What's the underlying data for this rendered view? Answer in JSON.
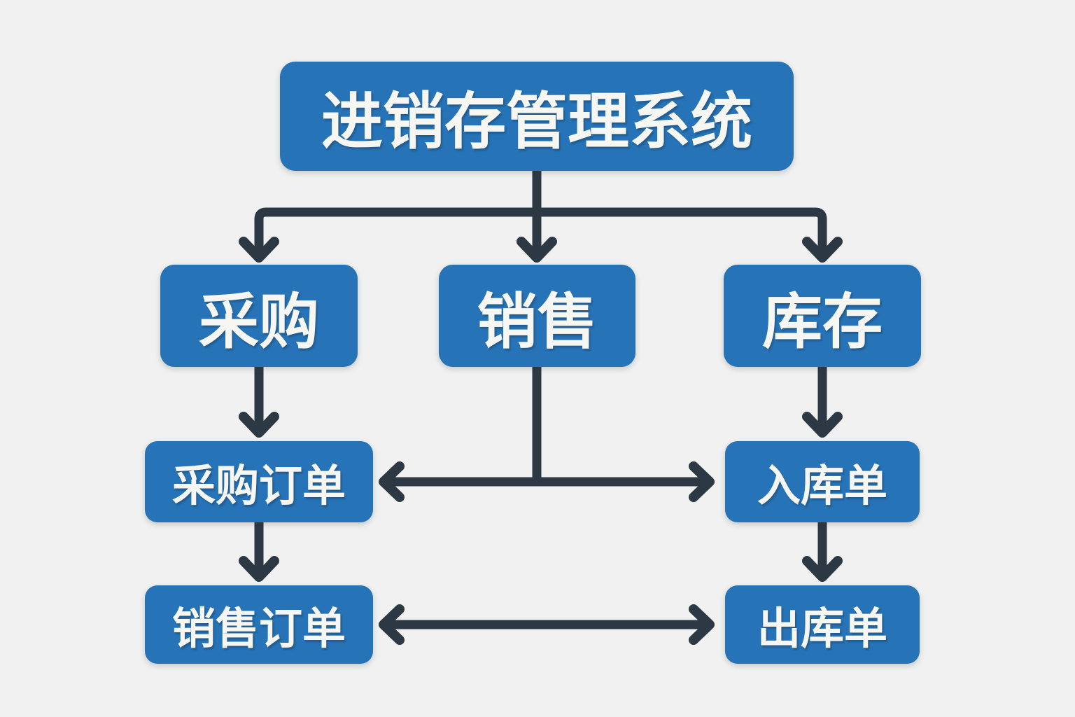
{
  "diagram": {
    "type": "flowchart",
    "title": "进销存管理系统",
    "background_color": "#f0f1f0",
    "node_fill_color": "#2673b7",
    "node_text_color": "#f6f6f2",
    "arrow_color": "#2c3944",
    "nodes": {
      "root": {
        "label": "进销存管理系统"
      },
      "purchasing": {
        "label": "采购"
      },
      "sales": {
        "label": "销售"
      },
      "inventory": {
        "label": "库存"
      },
      "purchase_order": {
        "label": "采购订单"
      },
      "inbound_order": {
        "label": "入库单"
      },
      "sales_order": {
        "label": "销售订单"
      },
      "outbound_order": {
        "label": "出库单"
      }
    },
    "edges": [
      {
        "from": "进销存管理系统",
        "to": "采购",
        "type": "arrow"
      },
      {
        "from": "进销存管理系统",
        "to": "销售",
        "type": "arrow"
      },
      {
        "from": "进销存管理系统",
        "to": "库存",
        "type": "arrow"
      },
      {
        "from": "采购",
        "to": "采购订单",
        "type": "arrow"
      },
      {
        "from": "库存",
        "to": "入库单",
        "type": "arrow"
      },
      {
        "from": "销售",
        "to": "采购订单—入库单连线",
        "type": "line"
      },
      {
        "from": "采购订单",
        "to": "入库单",
        "type": "double-arrow"
      },
      {
        "from": "采购订单",
        "to": "销售订单",
        "type": "arrow"
      },
      {
        "from": "入库单",
        "to": "出库单",
        "type": "arrow"
      },
      {
        "from": "销售订单",
        "to": "出库单",
        "type": "double-arrow"
      }
    ]
  }
}
